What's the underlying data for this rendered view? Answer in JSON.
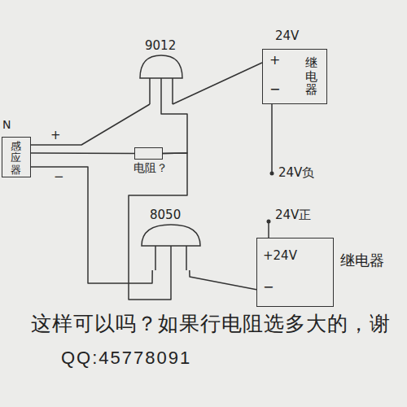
{
  "diagram": {
    "nodes": [
      {
        "text": [
          "9012"
        ]
      },
      {
        "text": [
          "+",
          "−",
          "继电器"
        ]
      },
      {
        "text": [
          "感应器"
        ]
      },
      {
        "text": [
          "电阻？"
        ]
      },
      {
        "text": [
          "8050"
        ]
      },
      {
        "text": [
          "+24V",
          "−",
          "继电器"
        ]
      }
    ],
    "edges": [
      {
        "from": 2,
        "to": 0,
        "arrow": "none"
      },
      {
        "from": 0,
        "to": 1,
        "arrow": "none"
      },
      {
        "from": 2,
        "to": 3,
        "arrow": "none"
      },
      {
        "from": 3,
        "to": 0,
        "arrow": "none"
      },
      {
        "from": 3,
        "to": 4,
        "arrow": "none"
      },
      {
        "from": 2,
        "to": 4,
        "arrow": "none"
      },
      {
        "from": 4,
        "to": 5,
        "arrow": "none"
      }
    ],
    "labels": [
      "N",
      "+",
      "−",
      "24V",
      "24V负",
      "24V正",
      "这样可以吗？如果行电阻选多大的，谢",
      "QQ:45778091"
    ]
  }
}
